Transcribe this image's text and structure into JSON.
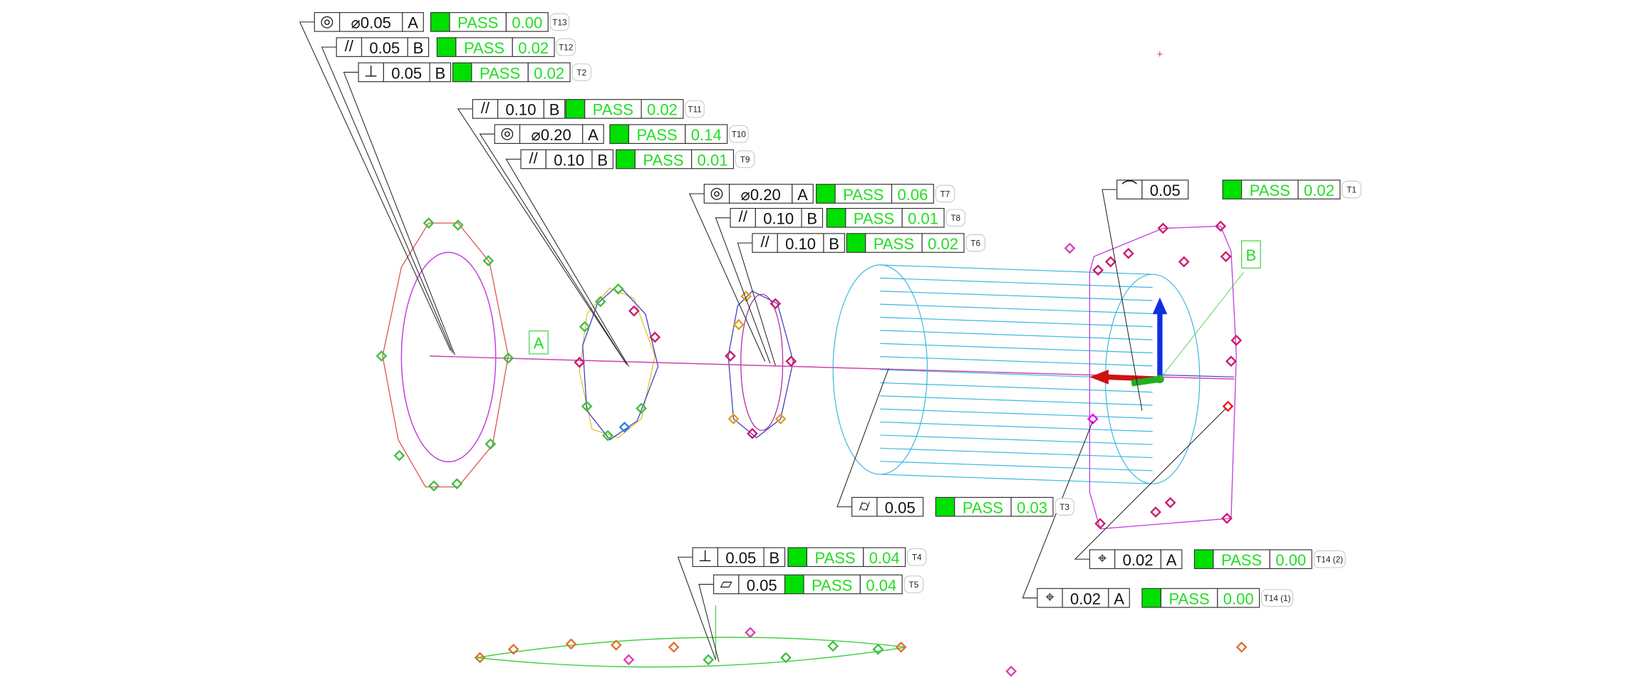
{
  "colors": {
    "pass": "#00e000",
    "pass_text": "#22dd22",
    "marker": "#cc1a6e",
    "cylinder": "#3cb6e0"
  },
  "datum_labels": {
    "a": "A",
    "b": "B"
  },
  "callouts": [
    {
      "id": "T13",
      "symbol": "concentricity-icon",
      "glyph": "◎",
      "tolerance": "⌀0.05",
      "datum": "A",
      "status": "PASS",
      "value": "0.00",
      "tag": "T13"
    },
    {
      "id": "T12",
      "symbol": "parallelism-icon",
      "glyph": "//",
      "tolerance": "0.05",
      "datum": "B",
      "status": "PASS",
      "value": "0.02",
      "tag": "T12"
    },
    {
      "id": "T2",
      "symbol": "perpendicularity-icon",
      "glyph": "⊥",
      "tolerance": "0.05",
      "datum": "B",
      "status": "PASS",
      "value": "0.02",
      "tag": "T2"
    },
    {
      "id": "T11",
      "symbol": "parallelism-icon",
      "glyph": "//",
      "tolerance": "0.10",
      "datum": "B",
      "status": "PASS",
      "value": "0.02",
      "tag": "T11"
    },
    {
      "id": "T10",
      "symbol": "concentricity-icon",
      "glyph": "◎",
      "tolerance": "⌀0.20",
      "datum": "A",
      "status": "PASS",
      "value": "0.14",
      "tag": "T10"
    },
    {
      "id": "T9",
      "symbol": "parallelism-icon",
      "glyph": "//",
      "tolerance": "0.10",
      "datum": "B",
      "status": "PASS",
      "value": "0.01",
      "tag": "T9"
    },
    {
      "id": "T7",
      "symbol": "concentricity-icon",
      "glyph": "◎",
      "tolerance": "⌀0.20",
      "datum": "A",
      "status": "PASS",
      "value": "0.06",
      "tag": "T7"
    },
    {
      "id": "T8",
      "symbol": "parallelism-icon",
      "glyph": "//",
      "tolerance": "0.10",
      "datum": "B",
      "status": "PASS",
      "value": "0.01",
      "tag": "T8"
    },
    {
      "id": "T6",
      "symbol": "parallelism-icon",
      "glyph": "//",
      "tolerance": "0.10",
      "datum": "B",
      "status": "PASS",
      "value": "0.02",
      "tag": "T6"
    },
    {
      "id": "T1",
      "symbol": "profile-of-line-icon",
      "glyph": "⌒",
      "tolerance": "0.05",
      "datum": "",
      "status": "PASS",
      "value": "0.02",
      "tag": "T1"
    },
    {
      "id": "T3",
      "symbol": "cylindricity-icon",
      "glyph": "⌭",
      "tolerance": "0.05",
      "datum": "",
      "status": "PASS",
      "value": "0.03",
      "tag": "T3"
    },
    {
      "id": "T4",
      "symbol": "perpendicularity-icon",
      "glyph": "⊥",
      "tolerance": "0.05",
      "datum": "B",
      "status": "PASS",
      "value": "0.04",
      "tag": "T4"
    },
    {
      "id": "T5",
      "symbol": "flatness-icon",
      "glyph": "▱",
      "tolerance": "0.05",
      "datum": "",
      "status": "PASS",
      "value": "0.04",
      "tag": "T5"
    },
    {
      "id": "T14-2",
      "symbol": "position-icon",
      "glyph": "⌖",
      "tolerance": "0.02",
      "datum": "A",
      "status": "PASS",
      "value": "0.00",
      "tag": "T14 (2)"
    },
    {
      "id": "T14-1",
      "symbol": "position-icon",
      "glyph": "⌖",
      "tolerance": "0.02",
      "datum": "A",
      "status": "PASS",
      "value": "0.00",
      "tag": "T14 (1)"
    }
  ]
}
